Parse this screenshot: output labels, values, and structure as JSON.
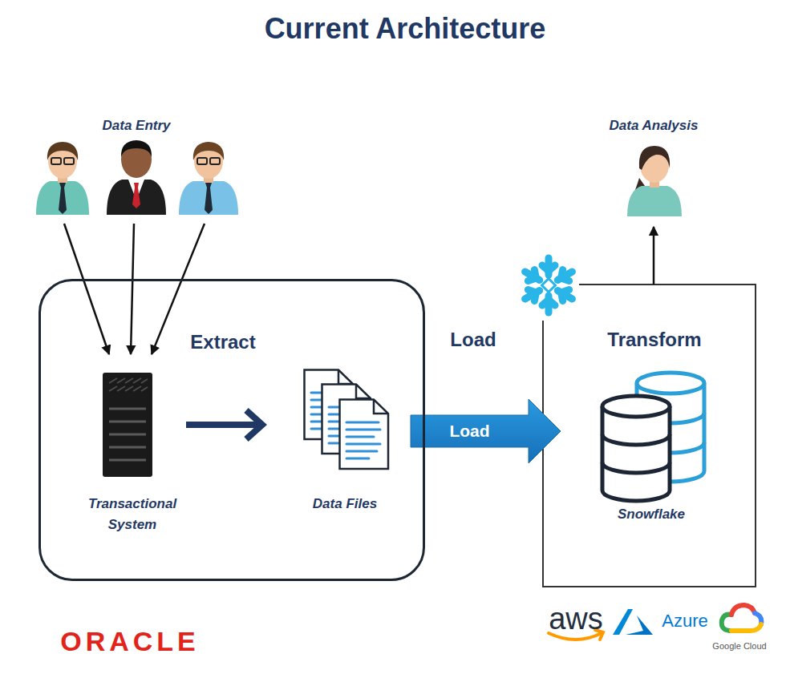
{
  "diagram": {
    "title": "Current Architecture",
    "nodes": [
      {
        "text": [
          "Data Entry"
        ]
      },
      {
        "text": [
          "Data Analysis"
        ]
      },
      {
        "text": [
          "Extract"
        ]
      },
      {
        "text": [
          "Transactional System"
        ],
        "in": 2
      },
      {
        "text": [
          "Data Files"
        ],
        "in": 2
      },
      {
        "text": [
          "Transform"
        ]
      },
      {
        "text": [
          "Snowflake"
        ],
        "in": 5
      }
    ],
    "edges": [
      {
        "from": 0,
        "to": 3,
        "arrow": "to"
      },
      {
        "from": 0,
        "to": 3,
        "arrow": "to"
      },
      {
        "from": 0,
        "to": 3,
        "arrow": "to"
      },
      {
        "from": 3,
        "to": 4,
        "arrow": "to"
      },
      {
        "from": 2,
        "to": 5,
        "label": "Load",
        "arrow": "to"
      },
      {
        "from": 5,
        "to": 1,
        "arrow": "to"
      }
    ],
    "labels": [
      "Load",
      "ORACLE",
      "aws",
      "Azure",
      "Google Cloud"
    ]
  }
}
